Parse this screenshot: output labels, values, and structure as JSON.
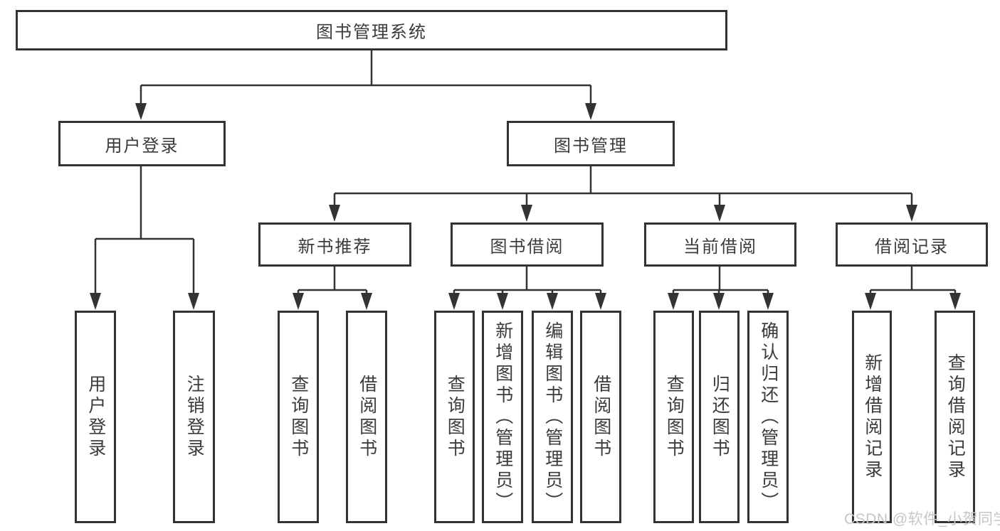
{
  "diagram": {
    "root": {
      "label": "图书管理系统"
    },
    "level1": [
      {
        "label": "用户登录"
      },
      {
        "label": "图书管理"
      }
    ],
    "level2": [
      {
        "label": "新书推荐"
      },
      {
        "label": "图书借阅"
      },
      {
        "label": "当前借阅"
      },
      {
        "label": "借阅记录"
      }
    ],
    "leaves": {
      "user_login": [
        "用户登录",
        "注销登录"
      ],
      "new_book_recommend": [
        "查询图书",
        "借阅图书"
      ],
      "book_borrow": [
        "查询图书",
        "新增图书（管理员）",
        "编辑图书（管理员）",
        "借阅图书"
      ],
      "current_borrow": [
        "查询图书",
        "归还图书",
        "确认归还（管理员）"
      ],
      "borrow_record": [
        "新增借阅记录",
        "查询借阅记录"
      ]
    }
  },
  "watermark": {
    "text": "CSDN @软件_小贺同学"
  },
  "colors": {
    "line": "#333333",
    "text": "#3b3b3b",
    "background": "#ffffff",
    "watermark": "#c6c6c6"
  }
}
